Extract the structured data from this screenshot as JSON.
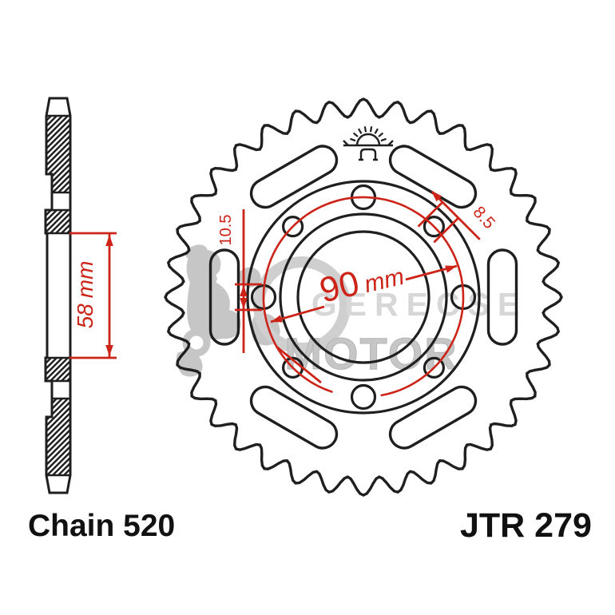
{
  "captions": {
    "chain_size": "Chain 520",
    "part_number": "JTR 279"
  },
  "dimensions": {
    "hub_width_value": "58",
    "hub_width_unit": "mm",
    "bolt_circle_value": "90",
    "bolt_circle_unit": "mm",
    "hole_large_diameter": "10.5",
    "hole_small_diameter": "8.5"
  },
  "watermark": {
    "line1": "GERECSE",
    "line2": "MOTOR"
  },
  "logo": {
    "icon": "jt-rising-sun-logo"
  },
  "figure": {
    "teeth_count": 36,
    "bolt_hole_count": 8,
    "slot_count": 6
  },
  "colors": {
    "line_black": "#1f1f1f",
    "dimension_red": "#cc2418",
    "watermark_gray": "#c6c6c6",
    "watermark_gray_light": "#d7d7d7"
  }
}
